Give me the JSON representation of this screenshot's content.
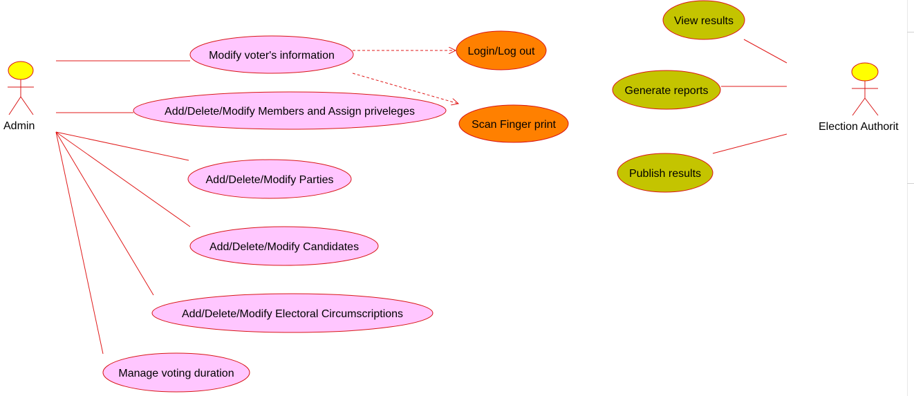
{
  "colors": {
    "line": "#e01818",
    "stroke": "#d81414",
    "admin_usecase_fill": "#ffc6ff",
    "common_usecase_fill": "#ff8000",
    "authority_usecase_fill": "#c4c400",
    "actor_head_fill": "#ffff00"
  },
  "actors": {
    "admin": "Admin",
    "authority": "Election Authorit"
  },
  "usecases": {
    "modify_voter": "Modify voter's information",
    "members": "Add/Delete/Modify Members and Assign priveleges",
    "parties": "Add/Delete/Modify Parties",
    "candidates": "Add/Delete/Modify Candidates",
    "circumscriptions": "Add/Delete/Modify Electoral Circumscriptions",
    "voting_duration": "Manage voting duration",
    "login": "Login/Log out",
    "fingerprint": "Scan Finger print",
    "view_results": "View results",
    "generate_reports": "Generate reports",
    "publish_results": "Publish results"
  }
}
